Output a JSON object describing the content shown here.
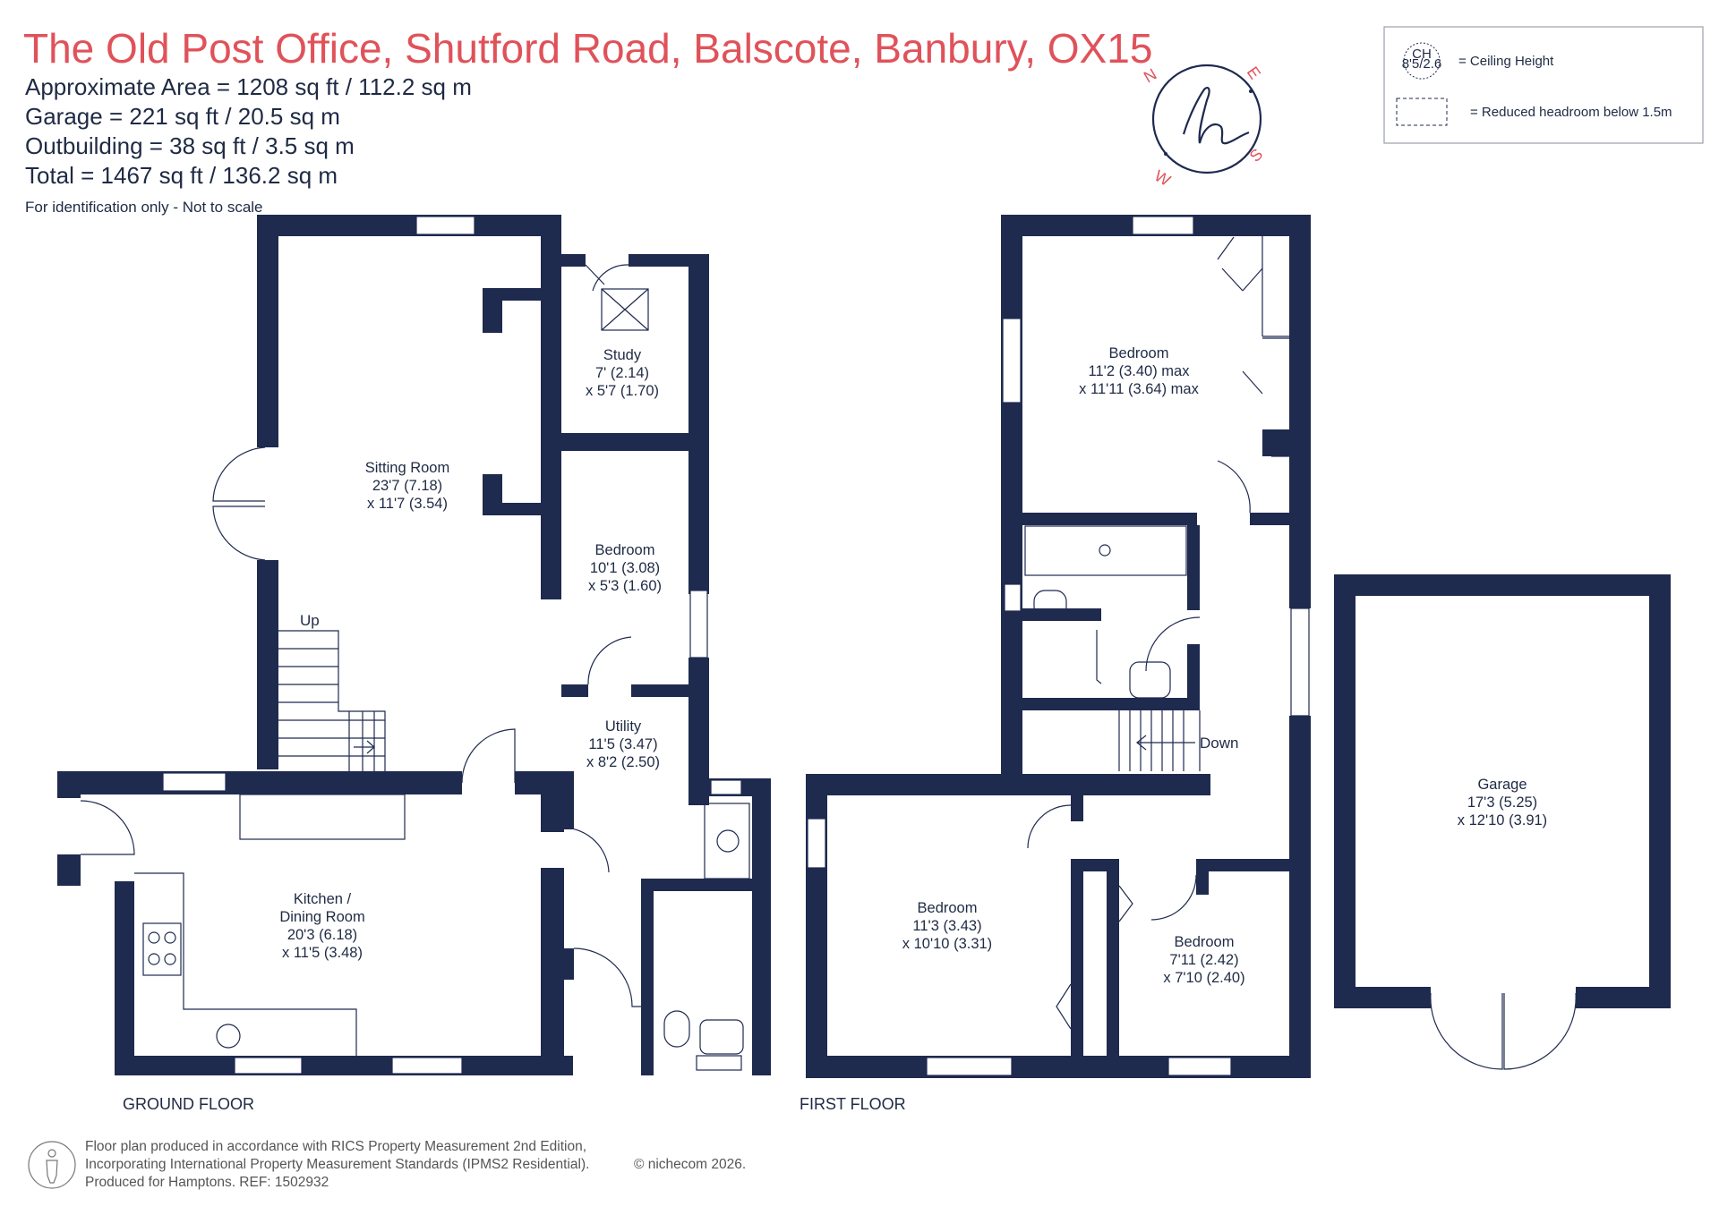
{
  "header": {
    "title": "The Old Post Office, Shutford Road, Balscote, Banbury, OX15",
    "areas": [
      "Approximate Area = 1208 sq ft / 112.2 sq m",
      "Garage = 221 sq ft / 20.5 sq m",
      "Outbuilding = 38 sq ft / 3.5 sq m",
      "Total = 1467 sq ft / 136.2 sq m"
    ],
    "note": "For identification only - Not to scale"
  },
  "compass": {
    "n": "N",
    "e": "E",
    "s": "S",
    "w": "W",
    "logo": "h"
  },
  "legend": {
    "ch_abbr": "CH",
    "ch_value": "8'5/2.6",
    "ceiling_label": "= Ceiling Height",
    "headroom_label": "= Reduced headroom below 1.5m"
  },
  "ground_floor": {
    "label": "GROUND FLOOR",
    "stairs_label": "Up",
    "rooms": {
      "sitting": {
        "name": "Sitting Room",
        "dim1": "23'7 (7.18)",
        "dim2": "x 11'7 (3.54)"
      },
      "study": {
        "name": "Study",
        "dim1": "7' (2.14)",
        "dim2": "x 5'7 (1.70)"
      },
      "bedroom": {
        "name": "Bedroom",
        "dim1": "10'1 (3.08)",
        "dim2": "x 5'3 (1.60)"
      },
      "utility": {
        "name": "Utility",
        "dim1": "11'5 (3.47)",
        "dim2": "x 8'2 (2.50)"
      },
      "kitchen": {
        "name1": "Kitchen /",
        "name2": "Dining Room",
        "dim1": "20'3 (6.18)",
        "dim2": "x 11'5 (3.48)"
      }
    }
  },
  "first_floor": {
    "label": "FIRST FLOOR",
    "stairs_label": "Down",
    "rooms": {
      "bedroom1": {
        "name": "Bedroom",
        "dim1": "11'2 (3.40) max",
        "dim2": "x 11'11 (3.64) max"
      },
      "bedroom2": {
        "name": "Bedroom",
        "dim1": "11'3 (3.43)",
        "dim2": "x 10'10 (3.31)"
      },
      "bedroom3": {
        "name": "Bedroom",
        "dim1": "7'11 (2.42)",
        "dim2": "x 7'10 (2.40)"
      }
    }
  },
  "garage": {
    "name": "Garage",
    "dim1": "17'3 (5.25)",
    "dim2": "x 12'10 (3.91)"
  },
  "footer": {
    "line1": "Floor plan produced in accordance with RICS Property Measurement 2nd Edition,",
    "line2": "Incorporating International Property Measurement Standards (IPMS2 Residential).",
    "copyright": "© nichecom 2026.",
    "line3": "Produced for Hamptons.   REF:  1502932"
  }
}
